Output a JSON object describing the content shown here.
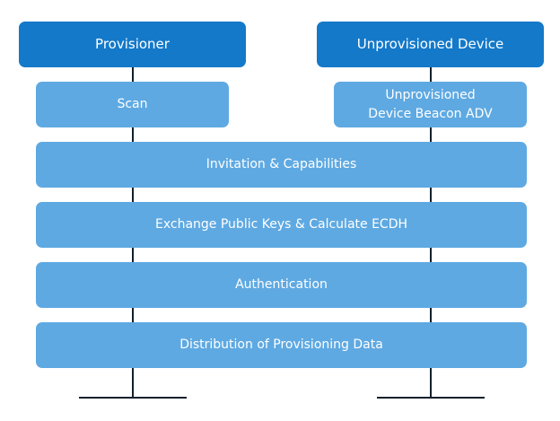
{
  "actors": {
    "left": "Provisioner",
    "right": "Unprovisioned Device"
  },
  "steps": {
    "scan": "Scan",
    "beacon_line1": "Unprovisioned",
    "beacon_line2": "Device Beacon ADV",
    "invitation": "Invitation & Capabilities",
    "exchange": "Exchange Public Keys & Calculate ECDH",
    "authentication": "Authentication",
    "distribution": "Distribution of Provisioning Data"
  },
  "colors": {
    "actor": "#1479c9",
    "step": "#5ea9e2",
    "line": "#13202b"
  }
}
